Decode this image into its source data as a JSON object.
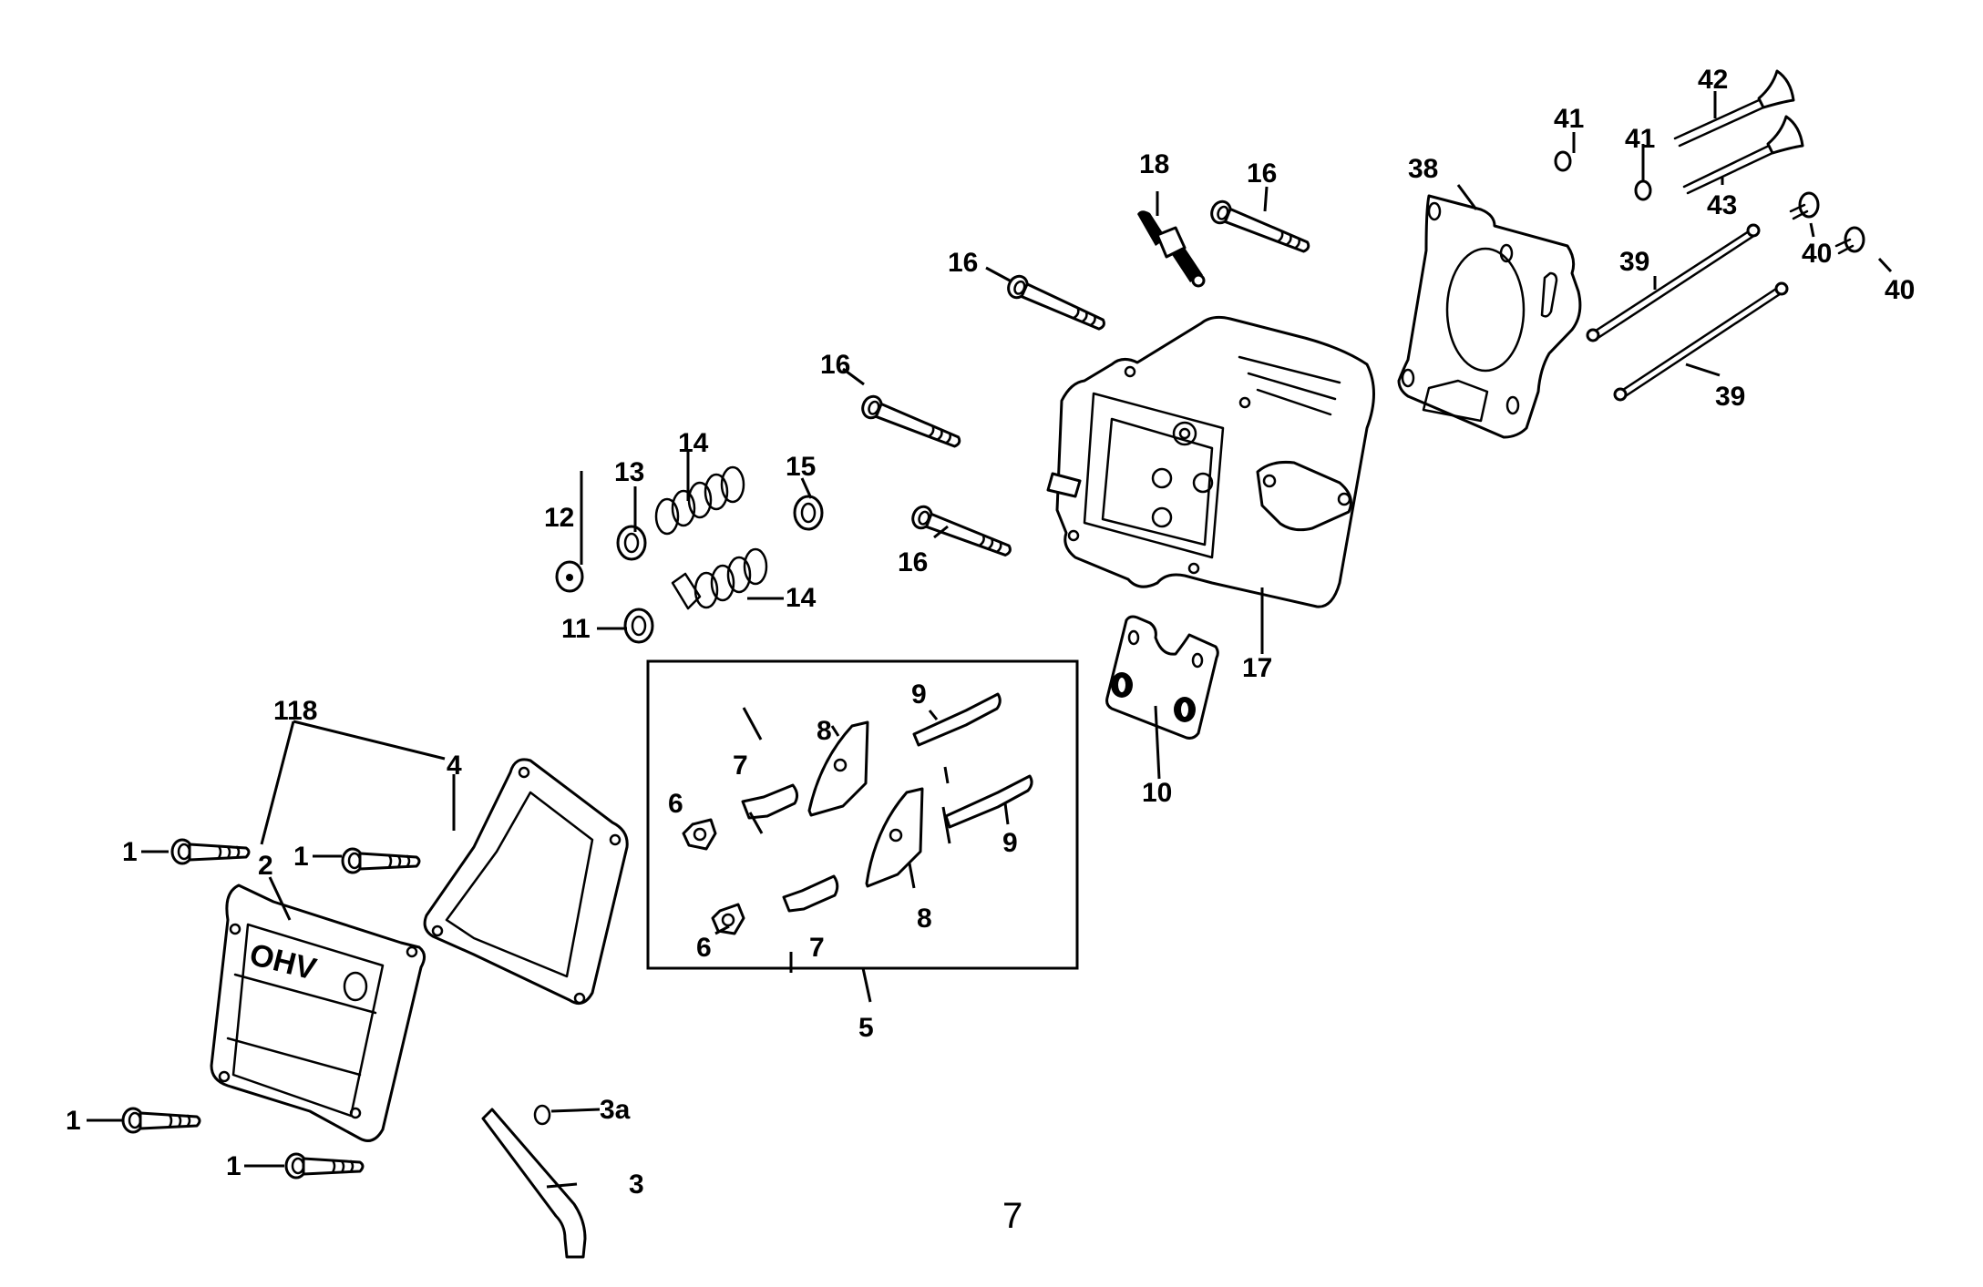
{
  "page": {
    "number": "7"
  },
  "diagram": {
    "type": "exploded-parts-view",
    "subject": "engine cylinder head assembly",
    "cover_text": "OHV",
    "callouts": [
      {
        "id": "c1a",
        "label": "1"
      },
      {
        "id": "c1b",
        "label": "1"
      },
      {
        "id": "c1c",
        "label": "1"
      },
      {
        "id": "c1d",
        "label": "1"
      },
      {
        "id": "c2",
        "label": "2"
      },
      {
        "id": "c3",
        "label": "3"
      },
      {
        "id": "c3a",
        "label": "3a"
      },
      {
        "id": "c4",
        "label": "4"
      },
      {
        "id": "c5",
        "label": "5"
      },
      {
        "id": "c6a",
        "label": "6"
      },
      {
        "id": "c6b",
        "label": "6"
      },
      {
        "id": "c7a",
        "label": "7"
      },
      {
        "id": "c7b",
        "label": "7"
      },
      {
        "id": "c8a",
        "label": "8"
      },
      {
        "id": "c8b",
        "label": "8"
      },
      {
        "id": "c9a",
        "label": "9"
      },
      {
        "id": "c9b",
        "label": "9"
      },
      {
        "id": "c10",
        "label": "10"
      },
      {
        "id": "c11",
        "label": "11"
      },
      {
        "id": "c12",
        "label": "12"
      },
      {
        "id": "c13",
        "label": "13"
      },
      {
        "id": "c14a",
        "label": "14"
      },
      {
        "id": "c14b",
        "label": "14"
      },
      {
        "id": "c15",
        "label": "15"
      },
      {
        "id": "c16a",
        "label": "16"
      },
      {
        "id": "c16b",
        "label": "16"
      },
      {
        "id": "c16c",
        "label": "16"
      },
      {
        "id": "c16d",
        "label": "16"
      },
      {
        "id": "c17",
        "label": "17"
      },
      {
        "id": "c18",
        "label": "18"
      },
      {
        "id": "c38",
        "label": "38"
      },
      {
        "id": "c39a",
        "label": "39"
      },
      {
        "id": "c39b",
        "label": "39"
      },
      {
        "id": "c40a",
        "label": "40"
      },
      {
        "id": "c40b",
        "label": "40"
      },
      {
        "id": "c41a",
        "label": "41"
      },
      {
        "id": "c41b",
        "label": "41"
      },
      {
        "id": "c42",
        "label": "42"
      },
      {
        "id": "c43",
        "label": "43"
      },
      {
        "id": "c118",
        "label": "118"
      }
    ]
  }
}
